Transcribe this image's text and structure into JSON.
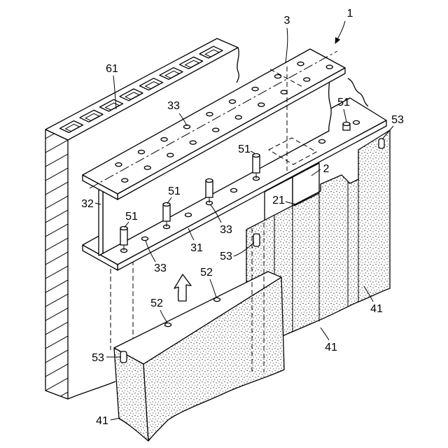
{
  "labels": [
    "1",
    "3",
    "61",
    "33",
    "51",
    "53",
    "51",
    "2",
    "21",
    "51",
    "32",
    "51",
    "33",
    "31",
    "53",
    "33",
    "52",
    "52",
    "41",
    "41",
    "53",
    "41"
  ]
}
